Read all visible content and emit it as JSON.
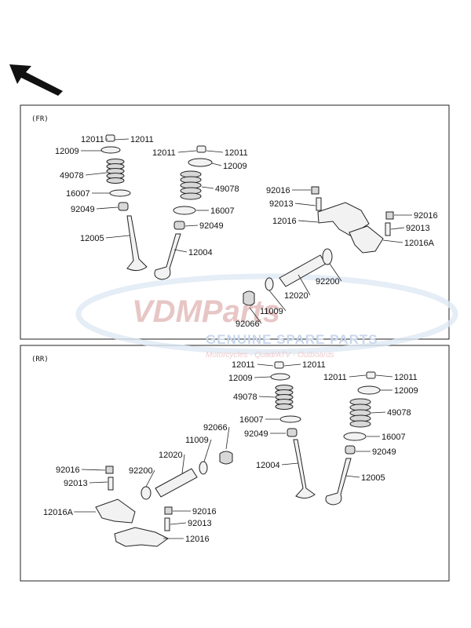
{
  "direction_arrow": {
    "icon": "arrow-up-left-icon"
  },
  "watermark": {
    "brand": "VDMParts",
    "tagline": "GENUINE SPARE PARTS",
    "subtitle": "Motorcycles - Quad/ATV - Outboards",
    "colors": {
      "brand": "#e8c6c6",
      "tagline": "#c9d7ec",
      "swoosh": "#dfe8f4"
    }
  },
  "sections": [
    {
      "id": "fr",
      "label": "(FR)",
      "callouts": [
        {
          "text": "12011",
          "kind": "cap"
        },
        {
          "text": "12011",
          "kind": "cap"
        },
        {
          "text": "12009",
          "kind": "retainer"
        },
        {
          "text": "49078",
          "kind": "spring"
        },
        {
          "text": "16007",
          "kind": "seat"
        },
        {
          "text": "92049",
          "kind": "seal"
        },
        {
          "text": "12005",
          "kind": "valve"
        },
        {
          "text": "12011",
          "kind": "cap"
        },
        {
          "text": "12011",
          "kind": "cap"
        },
        {
          "text": "12009",
          "kind": "retainer"
        },
        {
          "text": "49078",
          "kind": "spring"
        },
        {
          "text": "16007",
          "kind": "seat"
        },
        {
          "text": "92049",
          "kind": "seal"
        },
        {
          "text": "12004",
          "kind": "valve"
        },
        {
          "text": "92016",
          "kind": "nut"
        },
        {
          "text": "92013",
          "kind": "screw"
        },
        {
          "text": "12016",
          "kind": "rocker"
        },
        {
          "text": "92016",
          "kind": "nut"
        },
        {
          "text": "92013",
          "kind": "screw"
        },
        {
          "text": "12016A",
          "kind": "rocker"
        },
        {
          "text": "92200",
          "kind": "washer"
        },
        {
          "text": "12020",
          "kind": "shaft"
        },
        {
          "text": "11009",
          "kind": "oring"
        },
        {
          "text": "92066",
          "kind": "plug"
        }
      ]
    },
    {
      "id": "rr",
      "label": "(RR)",
      "callouts": [
        {
          "text": "12011",
          "kind": "cap"
        },
        {
          "text": "12011",
          "kind": "cap"
        },
        {
          "text": "12009",
          "kind": "retainer"
        },
        {
          "text": "49078",
          "kind": "spring"
        },
        {
          "text": "16007",
          "kind": "seat"
        },
        {
          "text": "92049",
          "kind": "seal"
        },
        {
          "text": "12004",
          "kind": "valve"
        },
        {
          "text": "12011",
          "kind": "cap"
        },
        {
          "text": "12011",
          "kind": "cap"
        },
        {
          "text": "12009",
          "kind": "retainer"
        },
        {
          "text": "49078",
          "kind": "spring"
        },
        {
          "text": "16007",
          "kind": "seat"
        },
        {
          "text": "92049",
          "kind": "seal"
        },
        {
          "text": "12005",
          "kind": "valve"
        },
        {
          "text": "92066",
          "kind": "plug"
        },
        {
          "text": "11009",
          "kind": "oring"
        },
        {
          "text": "12020",
          "kind": "shaft"
        },
        {
          "text": "92200",
          "kind": "washer"
        },
        {
          "text": "92016",
          "kind": "nut"
        },
        {
          "text": "92013",
          "kind": "screw"
        },
        {
          "text": "12016A",
          "kind": "rocker"
        },
        {
          "text": "92016",
          "kind": "nut"
        },
        {
          "text": "92013",
          "kind": "screw"
        },
        {
          "text": "12016",
          "kind": "rocker"
        }
      ]
    }
  ]
}
